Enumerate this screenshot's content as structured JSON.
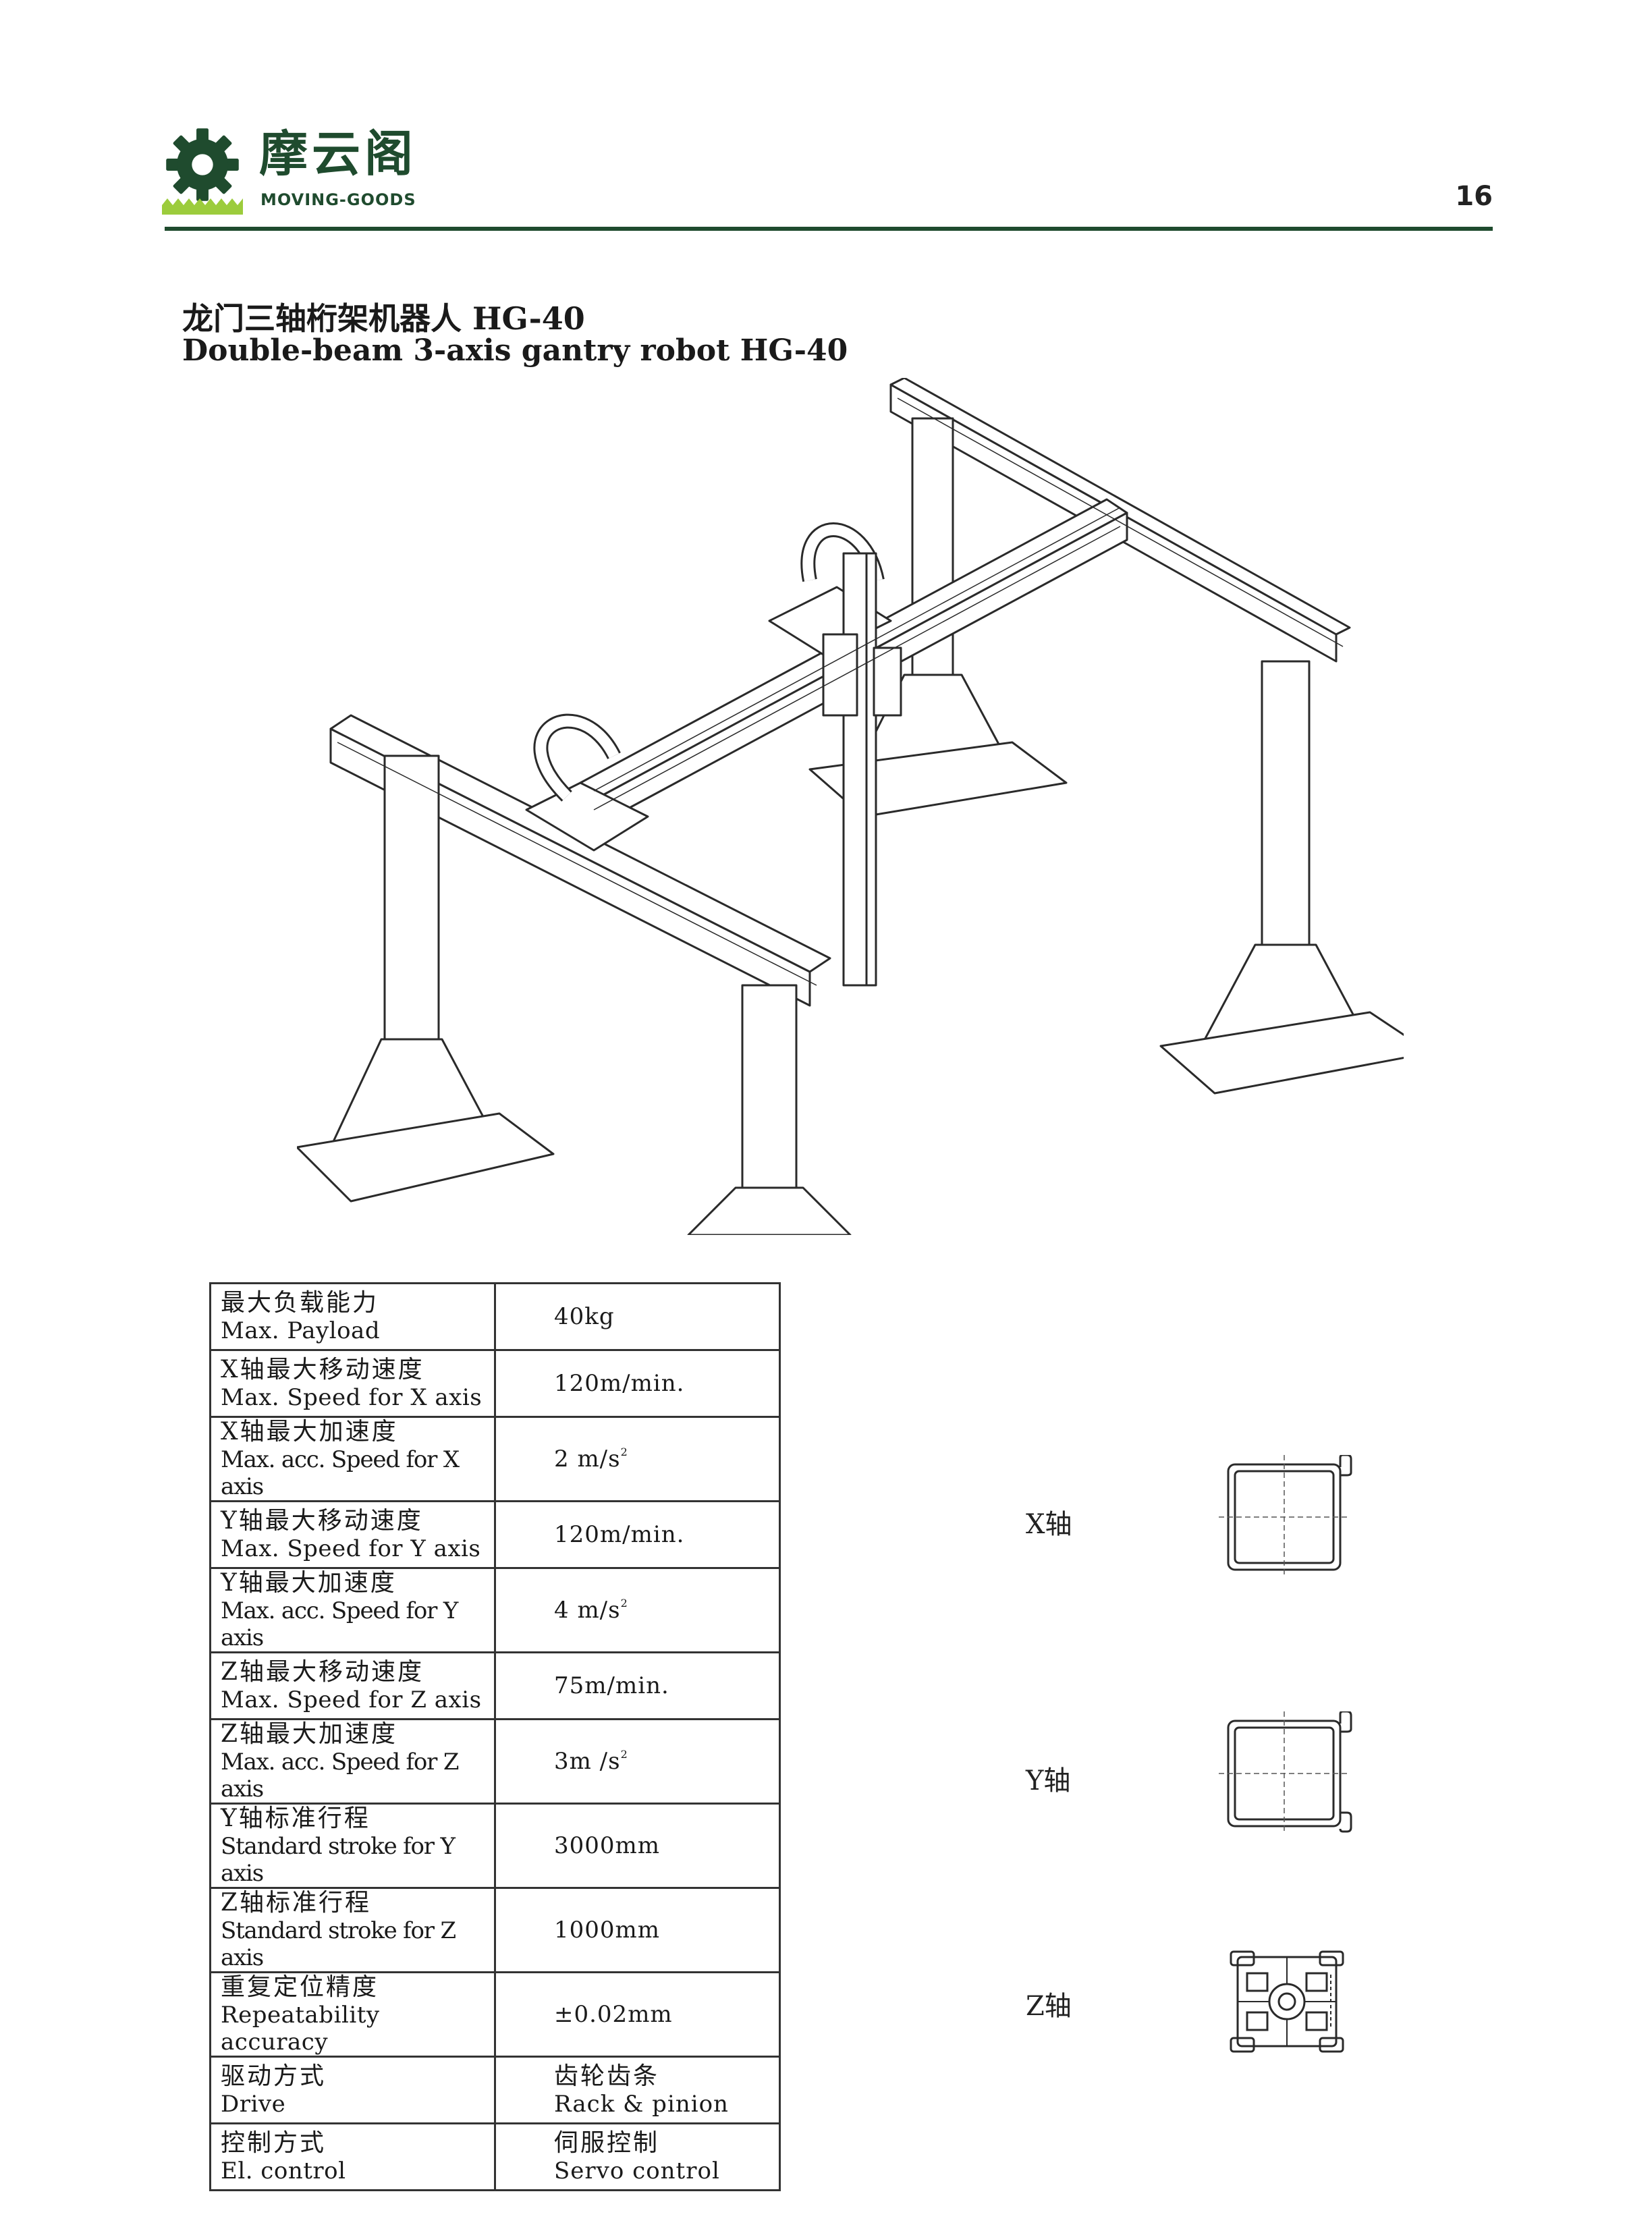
{
  "header": {
    "brand_cn": "摩云阁",
    "brand_en": "MOVING-GOODS",
    "page_number": "16",
    "brand_color": "#1f4b2e",
    "accent_color": "#9ccc3c",
    "logo_icon": "gear-icon"
  },
  "title": {
    "cn": "龙门三轴桁架机器人 HG-40",
    "en": "Double-beam 3-axis gantry robot HG-40"
  },
  "specs": {
    "rows": [
      {
        "cn": "最大负载能力",
        "en": "Max. Payload",
        "value": "40kg"
      },
      {
        "cn": "X轴最大移动速度",
        "en": "Max. Speed for X axis",
        "value": "120m/min."
      },
      {
        "cn": "X轴最大加速度",
        "en": "Max. acc. Speed for X axis",
        "value": "2 m/s",
        "sup": "2"
      },
      {
        "cn": "Y轴最大移动速度",
        "en": "Max. Speed for Y axis",
        "value": "120m/min."
      },
      {
        "cn": "Y轴最大加速度",
        "en": "Max. acc. Speed for Y axis",
        "value": "4 m/s",
        "sup": "2"
      },
      {
        "cn": "Z轴最大移动速度",
        "en": "Max. Speed for Z axis",
        "value": "75m/min."
      },
      {
        "cn": "Z轴最大加速度",
        "en": "Max. acc. Speed for Z axis",
        "value": "3m /s",
        "sup": "2"
      },
      {
        "cn": "Y轴标准行程",
        "en": "Standard stroke for Y axis",
        "value": "3000mm"
      },
      {
        "cn": "Z轴标准行程",
        "en": "Standard stroke for Z axis",
        "value": "1000mm"
      },
      {
        "cn": "重复定位精度",
        "en": "Repeatability accuracy",
        "value": "±0.02mm"
      },
      {
        "cn": "驱动方式",
        "en": "Drive",
        "value_cn": "齿轮齿条",
        "value_en": "Rack & pinion"
      },
      {
        "cn": "控制方式",
        "en": "El. control",
        "value_cn": "伺服控制",
        "value_en": "Servo control"
      }
    ]
  },
  "axes": {
    "x_label": "X轴",
    "y_label": "Y轴",
    "z_label": "Z轴"
  }
}
